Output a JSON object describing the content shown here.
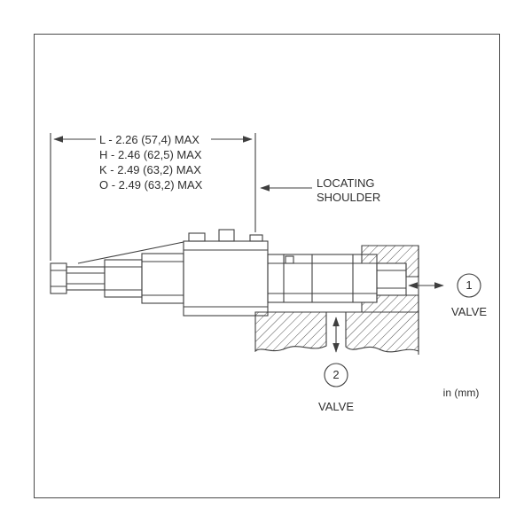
{
  "diagram": {
    "dimension_note_lines": [
      "L - 2.26 (57,4) MAX",
      "H - 2.46 (62,5) MAX",
      "K - 2.49 (63,2) MAX",
      "O - 2.49 (63,2) MAX"
    ],
    "locating_shoulder": {
      "line1": "LOCATING",
      "line2": "SHOULDER"
    },
    "ports": [
      {
        "number": "1",
        "label": "VALVE"
      },
      {
        "number": "2",
        "label": "VALVE"
      }
    ],
    "units_note": "in (mm)",
    "colors": {
      "line": "#3f3f3f",
      "text": "#2f2f2f",
      "background": "#ffffff"
    }
  }
}
